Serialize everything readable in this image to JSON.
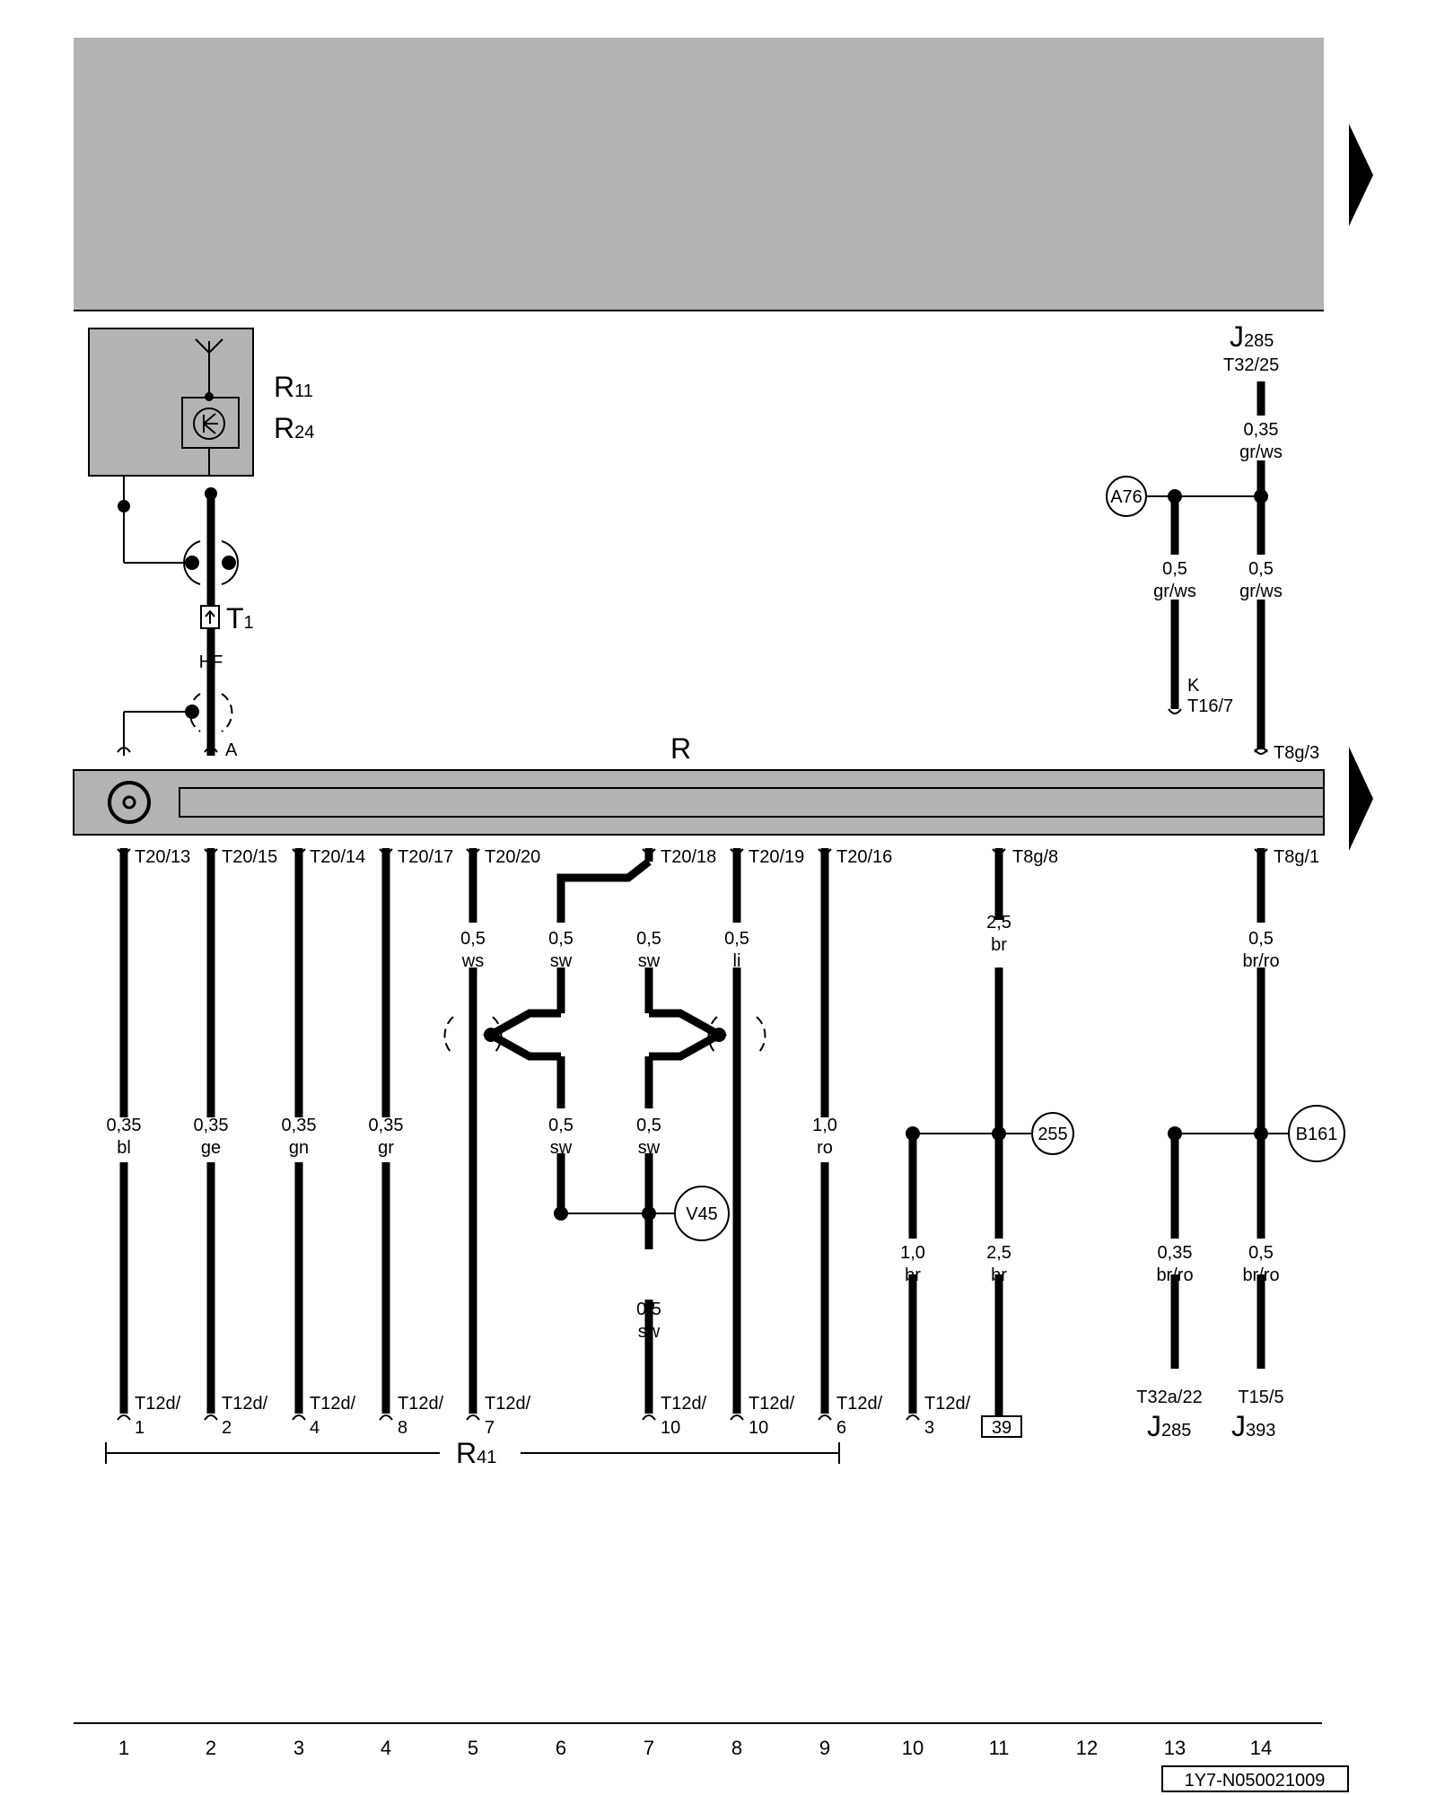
{
  "components": {
    "R11": {
      "letter": "R",
      "sub": "11"
    },
    "R24": {
      "letter": "R",
      "sub": "24"
    },
    "T1": {
      "letter": "T",
      "sub": "1"
    },
    "R": {
      "letter": "R"
    },
    "R41": {
      "letter": "R",
      "sub": "41"
    },
    "J285_top": {
      "letter": "J",
      "sub": "285",
      "pin": "T32/25"
    },
    "J285_bottom": {
      "letter": "J",
      "sub": "285",
      "pin": "T32a/22"
    },
    "J393": {
      "letter": "J",
      "sub": "393",
      "pin": "T15/5"
    }
  },
  "hf_label": "HF",
  "pin_a_label": "A",
  "pin_k_label": "K",
  "pin_k_conn": "T16/7",
  "pin_t8g3": "T8g/3",
  "connectors_top": [
    "T20/13",
    "T20/15",
    "T20/14",
    "T20/17",
    "T20/20",
    "T20/18",
    "T20/19",
    "T20/16",
    "T8g/8",
    "T8g/1"
  ],
  "wires": [
    {
      "size": "0,35",
      "color": "bl"
    },
    {
      "size": "0,35",
      "color": "ge"
    },
    {
      "size": "0,35",
      "color": "gn"
    },
    {
      "size": "0,35",
      "color": "gr"
    },
    {
      "size": "0,5",
      "color": "ws"
    },
    {
      "size": "0,5",
      "color": "sw"
    },
    {
      "size": "0,5",
      "color": "sw"
    },
    {
      "size": "0,5",
      "color": "li"
    },
    {
      "size": "1,0",
      "color": "ro"
    },
    {
      "size": "2,5",
      "color": "br"
    },
    {
      "size": "0,5",
      "color": "br/ro"
    },
    {
      "size": "0,5",
      "color": "sw"
    },
    {
      "size": "0,5",
      "color": "sw"
    },
    {
      "size": "0,5",
      "color": "sw"
    },
    {
      "size": "1,0",
      "color": "br"
    },
    {
      "size": "2,5",
      "color": "br"
    },
    {
      "size": "0,35",
      "color": "br/ro"
    },
    {
      "size": "0,5",
      "color": "br/ro"
    },
    {
      "size": "0,35",
      "color": "gr/ws"
    },
    {
      "size": "0,5",
      "color": "gr/ws"
    },
    {
      "size": "0,5",
      "color": "gr/ws"
    }
  ],
  "bottom_pins": [
    {
      "conn": "T12d/",
      "num": "1"
    },
    {
      "conn": "T12d/",
      "num": "2"
    },
    {
      "conn": "T12d/",
      "num": "4"
    },
    {
      "conn": "T12d/",
      "num": "8"
    },
    {
      "conn": "T12d/",
      "num": "7"
    },
    {
      "conn": "T12d/",
      "num": "10"
    },
    {
      "conn": "T12d/",
      "num": "10"
    },
    {
      "conn": "T12d/",
      "num": "6"
    },
    {
      "conn": "T12d/",
      "num": "3"
    }
  ],
  "ref_box": "39",
  "nodes": [
    "A76",
    "V45",
    "255",
    "B161"
  ],
  "column_numbers": [
    "1",
    "2",
    "3",
    "4",
    "5",
    "6",
    "7",
    "8",
    "9",
    "10",
    "11",
    "12",
    "13",
    "14"
  ],
  "doc_code": "1Y7-N050021009",
  "colors": {
    "shade": "#b3b3b3",
    "wire": "#000000"
  }
}
